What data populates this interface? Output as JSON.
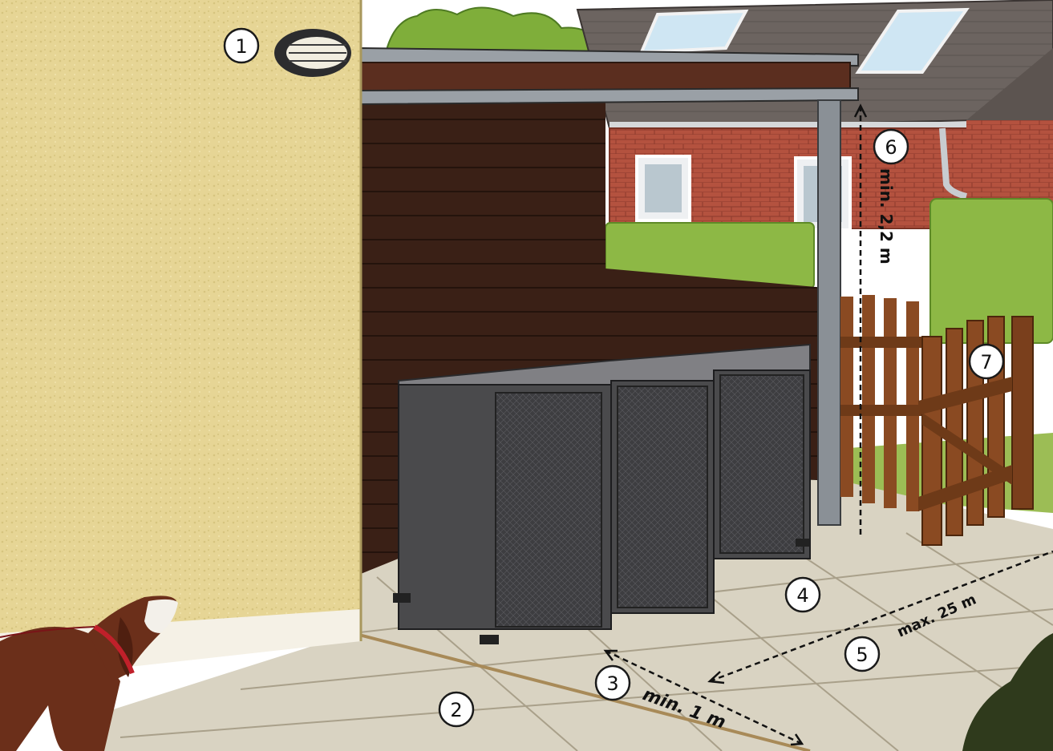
{
  "callouts": [
    {
      "number": "1",
      "meaning": "outdoor-wall-light"
    },
    {
      "number": "2",
      "meaning": "paved-ground"
    },
    {
      "number": "3",
      "meaning": "side-clearance"
    },
    {
      "number": "4",
      "meaning": "installation-surface"
    },
    {
      "number": "5",
      "meaning": "max-distance"
    },
    {
      "number": "6",
      "meaning": "min-height"
    },
    {
      "number": "7",
      "meaning": "garden-gate"
    }
  ],
  "dimensions": {
    "min_height": "min. 2,2 m",
    "max_distance": "max. 25 m",
    "min_clearance": "min. 1 m"
  },
  "colors": {
    "plaster_wall": "#e6d595",
    "wood_wall": "#3a2016",
    "roof_edge": "#5b2e1f",
    "roof_trim": "#9aa0a6",
    "brick": "#b4523f",
    "hedge": "#8db845",
    "paving": "#d9d3c2",
    "unit_body": "#4a4a4c",
    "unit_top": "#808084",
    "fence": "#8a4a22",
    "sky": "#ffffff"
  }
}
